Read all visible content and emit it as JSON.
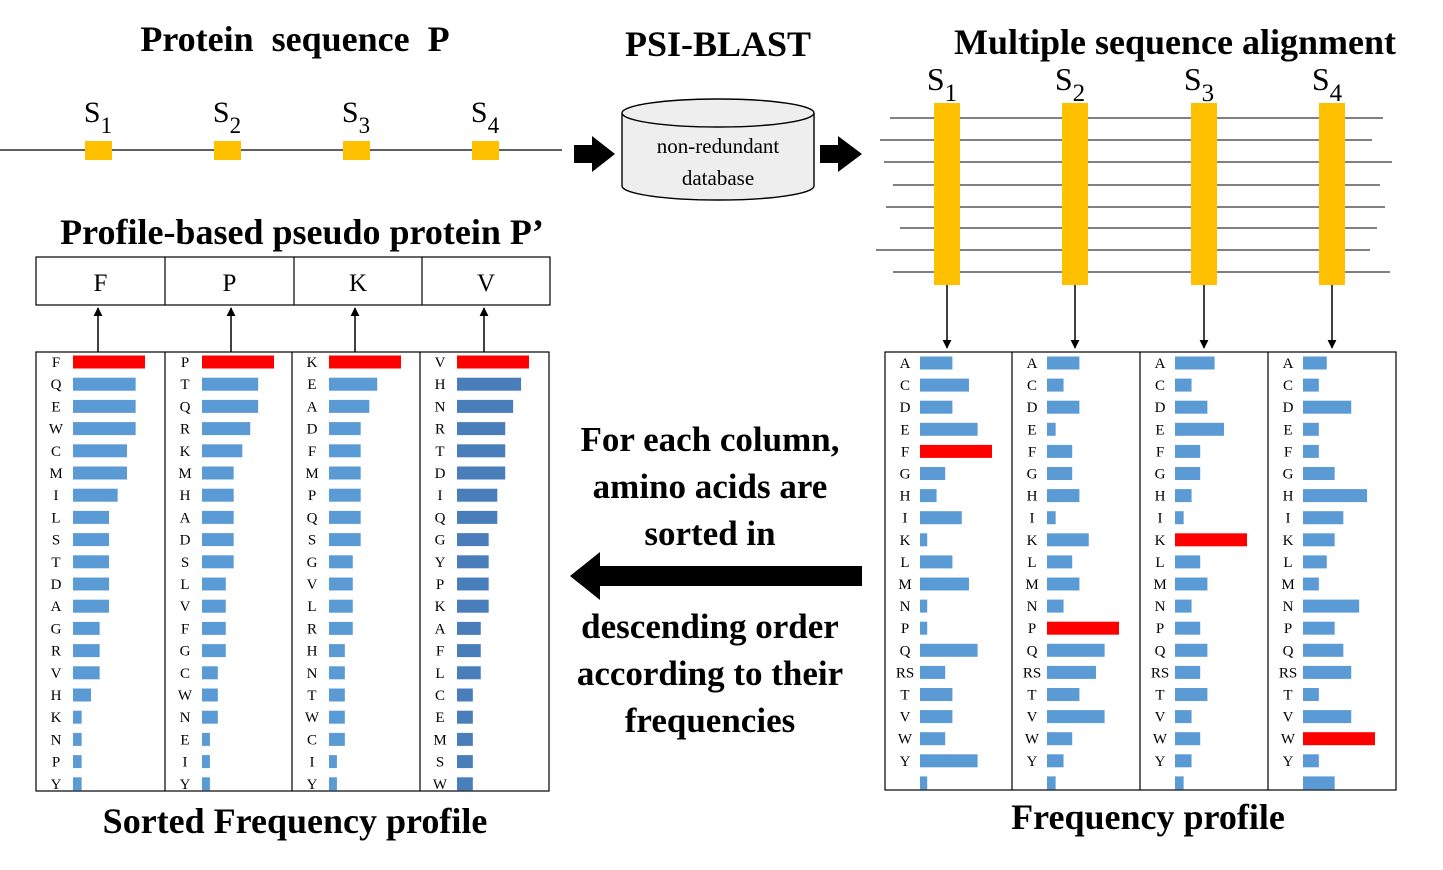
{
  "titles": {
    "protein": "Protein  sequence  P",
    "psiblast": "PSI-BLAST",
    "msa": "Multiple sequence alignment",
    "pseudo": "Profile-based pseudo protein P’",
    "sorted": "Sorted Frequency profile",
    "freq": "Frequency profile"
  },
  "database_label": [
    "non-redundant",
    "database"
  ],
  "segments": [
    {
      "letter": "S",
      "sub": "1"
    },
    {
      "letter": "S",
      "sub": "2"
    },
    {
      "letter": "S",
      "sub": "3"
    },
    {
      "letter": "S",
      "sub": "4"
    }
  ],
  "pseudo_residues": [
    "F",
    "P",
    "K",
    "V"
  ],
  "middle_text": [
    "For each column,",
    "amino acids are",
    "sorted in",
    "",
    "descending order",
    "according to their",
    "frequencies"
  ],
  "colors": {
    "segment": "#FFC000",
    "bar": "#5B9BD5",
    "bar_dark": "#4A7EBB",
    "max_bar": "#FF0000"
  },
  "frequency_profile": [
    {
      "labels": [
        "A",
        "C",
        "D",
        "E",
        "F",
        "G",
        "H",
        "I",
        "K",
        "L",
        "M",
        "N",
        "P",
        "Q",
        "RS",
        "T",
        "V",
        "W",
        "Y",
        ""
      ],
      "values": [
        0.45,
        0.68,
        0.45,
        0.8,
        1.0,
        0.35,
        0.23,
        0.58,
        0.1,
        0.45,
        0.68,
        0.1,
        0.1,
        0.8,
        0.35,
        0.45,
        0.45,
        0.35,
        0.8,
        0.1
      ],
      "max_index": 4
    },
    {
      "labels": [
        "A",
        "C",
        "D",
        "E",
        "F",
        "G",
        "H",
        "I",
        "K",
        "L",
        "M",
        "N",
        "P",
        "Q",
        "RS",
        "T",
        "V",
        "W",
        "Y",
        ""
      ],
      "values": [
        0.45,
        0.23,
        0.45,
        0.12,
        0.35,
        0.35,
        0.45,
        0.12,
        0.58,
        0.35,
        0.45,
        0.23,
        1.0,
        0.8,
        0.68,
        0.45,
        0.8,
        0.35,
        0.23,
        0.12
      ],
      "max_index": 12
    },
    {
      "labels": [
        "A",
        "C",
        "D",
        "E",
        "F",
        "G",
        "H",
        "I",
        "K",
        "L",
        "M",
        "N",
        "P",
        "Q",
        "RS",
        "T",
        "V",
        "W",
        "Y",
        ""
      ],
      "values": [
        0.55,
        0.23,
        0.45,
        0.68,
        0.35,
        0.35,
        0.23,
        0.12,
        1.0,
        0.35,
        0.45,
        0.23,
        0.35,
        0.45,
        0.35,
        0.45,
        0.23,
        0.35,
        0.23,
        0.12
      ],
      "max_index": 8
    },
    {
      "labels": [
        "A",
        "C",
        "D",
        "E",
        "F",
        "G",
        "H",
        "I",
        "K",
        "L",
        "M",
        "N",
        "P",
        "Q",
        "RS",
        "T",
        "V",
        "W",
        "Y",
        ""
      ],
      "values": [
        0.33,
        0.22,
        0.67,
        0.22,
        0.22,
        0.44,
        0.89,
        0.56,
        0.44,
        0.33,
        0.22,
        0.78,
        0.44,
        0.56,
        0.67,
        0.22,
        0.67,
        1.0,
        0.22,
        0.44
      ],
      "max_index": 17
    }
  ],
  "sorted_profile": [
    {
      "labels": [
        "F",
        "Q",
        "E",
        "W",
        "C",
        "M",
        "I",
        "L",
        "S",
        "T",
        "D",
        "A",
        "G",
        "R",
        "V",
        "H",
        "K",
        "N",
        "P",
        "Y"
      ],
      "values": [
        1.0,
        0.87,
        0.87,
        0.87,
        0.75,
        0.75,
        0.62,
        0.5,
        0.5,
        0.5,
        0.5,
        0.5,
        0.37,
        0.37,
        0.37,
        0.25,
        0.12,
        0.12,
        0.12,
        0.12
      ]
    },
    {
      "labels": [
        "P",
        "T",
        "Q",
        "R",
        "K",
        "M",
        "H",
        "A",
        "D",
        "S",
        "L",
        "V",
        "F",
        "G",
        "C",
        "W",
        "N",
        "E",
        "I",
        "Y"
      ],
      "values": [
        1.0,
        0.78,
        0.78,
        0.67,
        0.56,
        0.44,
        0.44,
        0.44,
        0.44,
        0.44,
        0.33,
        0.33,
        0.33,
        0.33,
        0.22,
        0.22,
        0.22,
        0.11,
        0.11,
        0.11
      ]
    },
    {
      "labels": [
        "K",
        "E",
        "A",
        "D",
        "F",
        "M",
        "P",
        "Q",
        "S",
        "G",
        "V",
        "L",
        "R",
        "H",
        "N",
        "T",
        "W",
        "C",
        "I",
        "Y"
      ],
      "values": [
        1.0,
        0.67,
        0.56,
        0.44,
        0.44,
        0.44,
        0.44,
        0.44,
        0.44,
        0.33,
        0.33,
        0.33,
        0.33,
        0.22,
        0.22,
        0.22,
        0.22,
        0.22,
        0.11,
        0.11
      ]
    },
    {
      "labels": [
        "V",
        "H",
        "N",
        "R",
        "T",
        "D",
        "I",
        "Q",
        "G",
        "Y",
        "P",
        "K",
        "A",
        "F",
        "L",
        "C",
        "E",
        "M",
        "S",
        "W"
      ],
      "values": [
        1.0,
        0.89,
        0.78,
        0.67,
        0.67,
        0.67,
        0.56,
        0.56,
        0.44,
        0.44,
        0.44,
        0.44,
        0.33,
        0.33,
        0.33,
        0.22,
        0.22,
        0.22,
        0.22,
        0.22
      ]
    }
  ]
}
